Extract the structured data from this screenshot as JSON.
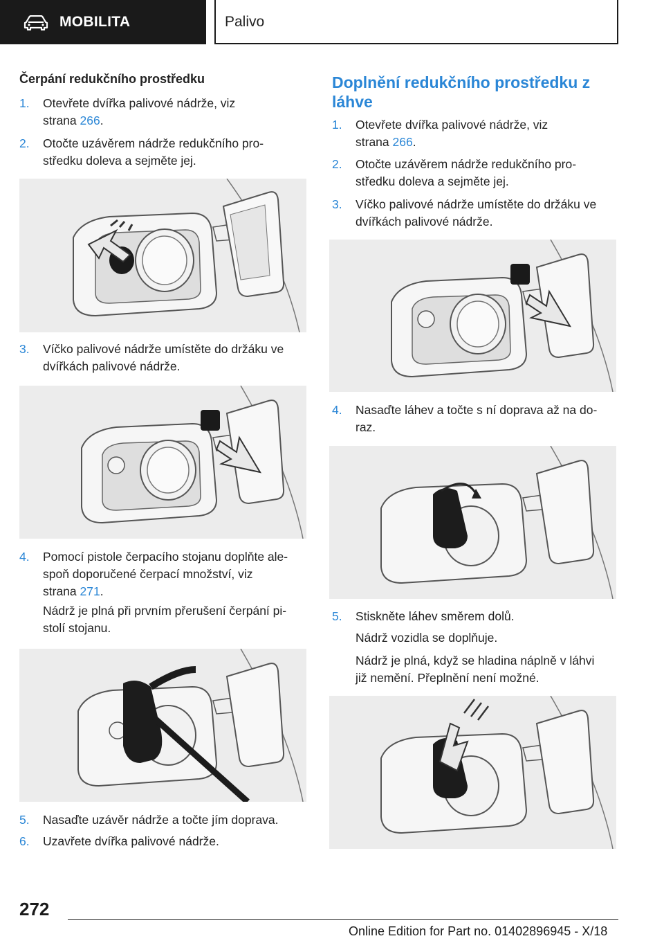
{
  "header": {
    "section": "MOBILITA",
    "chapter": "Palivo"
  },
  "left": {
    "subheading": "Čerpání redukčního prostředku",
    "steps": [
      {
        "num": "1.",
        "line1": "Otevřete dvířka palivové nádrže, viz",
        "line2_pre": "strana ",
        "link": "266",
        "line2_post": "."
      },
      {
        "num": "2.",
        "line1": "Otočte uzávěrem nádrže redukčního pro‐",
        "line2": "středku doleva a sejměte jej."
      },
      {
        "num": "3.",
        "line1": "Víčko palivové nádrže umístěte do držáku ve",
        "line2": "dvířkách palivové nádrže."
      },
      {
        "num": "4.",
        "line1": "Pomocí pistole čerpacího stojanu doplňte ale‐",
        "line2": "spoň doporučené čerpací množství, viz",
        "line3_pre": "strana ",
        "link": "271",
        "line3_post": "."
      },
      {
        "num": "5.",
        "line1": "Nasaďte uzávěr nádrže a točte jím doprava."
      },
      {
        "num": "6.",
        "line1": "Uzavřete dvířka palivové nádrže."
      }
    ],
    "note4": {
      "line1": "Nádrž je plná při prvním přerušení čerpání pi‐",
      "line2": "stolí stojanu."
    }
  },
  "right": {
    "title_line1": "Doplnění redukčního prostředku z",
    "title_line2": "láhve",
    "steps": [
      {
        "num": "1.",
        "line1": "Otevřete dvířka palivové nádrže, viz",
        "line2_pre": "strana ",
        "link": "266",
        "line2_post": "."
      },
      {
        "num": "2.",
        "line1": "Otočte uzávěrem nádrže redukčního pro‐",
        "line2": "středku doleva a sejměte jej."
      },
      {
        "num": "3.",
        "line1": "Víčko palivové nádrže umístěte do držáku ve",
        "line2": "dvířkách palivové nádrže."
      },
      {
        "num": "4.",
        "line1": "Nasaďte láhev a točte s ní doprava až na do‐",
        "line2": "raz."
      },
      {
        "num": "5.",
        "line1": "Stiskněte láhev směrem dolů."
      }
    ],
    "note5a": "Nádrž vozidla se doplňuje.",
    "note5b": {
      "line1": "Nádrž je plná, když se hladina náplně v láhvi",
      "line2": "již nemění. Přeplnění není možné."
    }
  },
  "footer": {
    "page": "272",
    "edition": "Online Edition for Part no. 01402896945 - X/18"
  }
}
